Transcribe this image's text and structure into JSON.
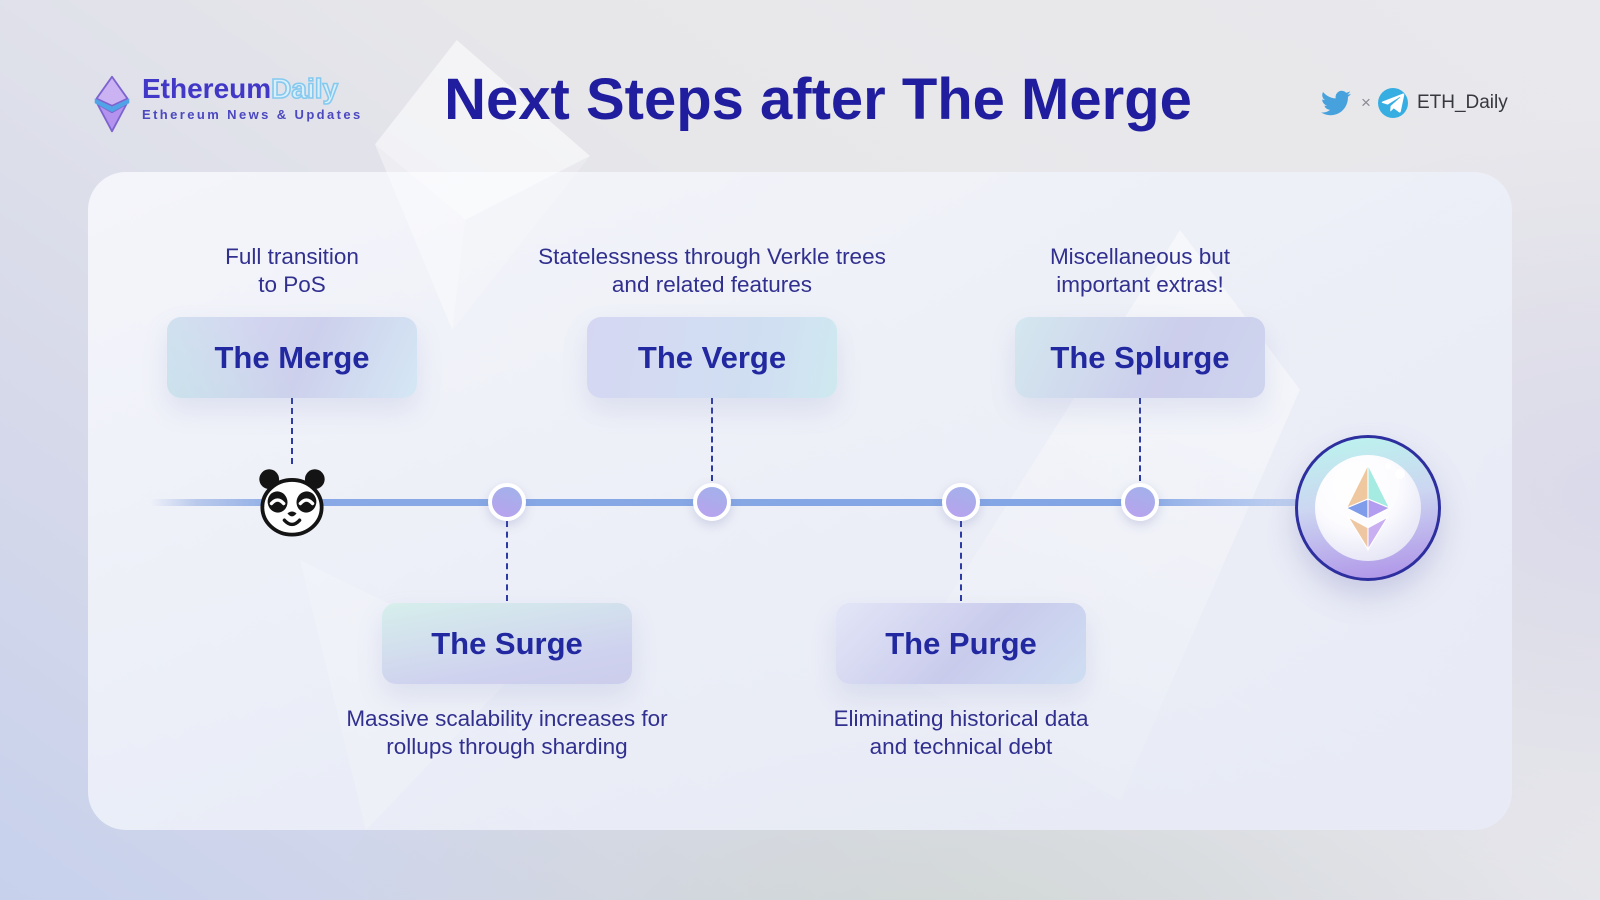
{
  "brand": {
    "name_bold": "Ethereum",
    "name_light": "Daily",
    "tagline": "Ethereum News & Updates"
  },
  "title": "Next Steps after The Merge",
  "social": {
    "separator": "×",
    "handle": "ETH_Daily",
    "icons": [
      "twitter-icon",
      "telegram-icon"
    ]
  },
  "timeline": {
    "phases": [
      {
        "label": "The Merge",
        "desc_line1": "Full transition",
        "desc_line2": "to PoS",
        "side": "above",
        "marker": "panda-icon"
      },
      {
        "label": "The Surge",
        "desc_line1": "Massive scalability increases for",
        "desc_line2": "rollups through sharding",
        "side": "below",
        "marker": "node"
      },
      {
        "label": "The Verge",
        "desc_line1": "Statelessness through Verkle trees",
        "desc_line2": "and related features",
        "side": "above",
        "marker": "node"
      },
      {
        "label": "The Purge",
        "desc_line1": "Eliminating historical data",
        "desc_line2": "and technical debt",
        "side": "below",
        "marker": "node"
      },
      {
        "label": "The Splurge",
        "desc_line1": "Miscellaneous but",
        "desc_line2": "important extras!",
        "side": "above",
        "marker": "node"
      }
    ],
    "end_marker": "ethereum-coin"
  },
  "colors": {
    "title_text": "#201d9e",
    "body_text": "#31308f",
    "phase_label": "#2128a0",
    "timeline_line": "#84a6e4",
    "connector_dash": "#2c3aa4",
    "node_gradient": [
      "#a3b1ea",
      "#b7a3ee"
    ],
    "card_bg": "#f0f2fa",
    "brand_bold": "#4238c8",
    "brand_light_outline": "#85c9ef",
    "twitter_blue": "#47a1dc",
    "telegram_blue": "#37aee2",
    "coin_border": "#2e2f9f"
  }
}
